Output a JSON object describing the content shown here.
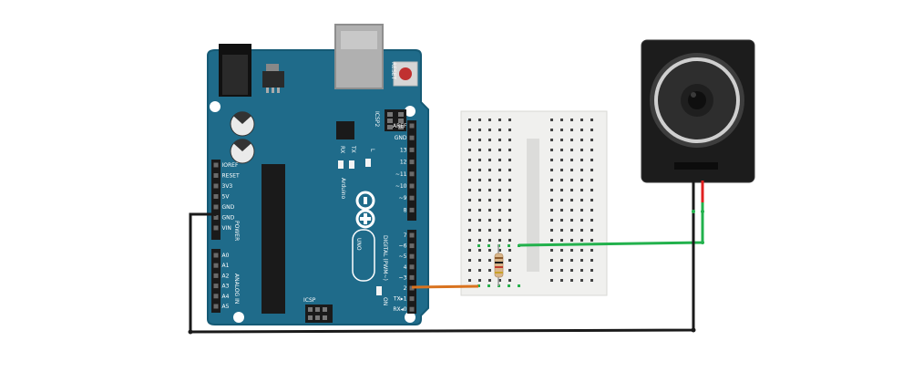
{
  "colors": {
    "board": "#1f6b8a",
    "board_edge": "#155a75",
    "header": "#1d1d1d",
    "wire_black": "#1a1a1a",
    "wire_green": "#22b14c",
    "wire_orange": "#d9731f",
    "wire_red": "#e02020",
    "breadboard": "#f0f0ee",
    "speaker_body": "#1c1c1c"
  },
  "arduino": {
    "reset_label": "RESET",
    "icsp2_label": "ICSP2",
    "icsp_label": "ICSP",
    "tx_label": "TX",
    "rx_label": "RX",
    "l_label": "L",
    "on_label": "ON",
    "brand_text": "Arduino",
    "model_text": "UNO",
    "digital_label": "DIGITAL (PWM~)",
    "power_label": "POWER",
    "analog_label": "ANALOG IN",
    "power_pins": [
      "IOREF",
      "RESET",
      "3V3",
      "5V",
      "GND",
      "GND",
      "VIN"
    ],
    "analog_pins": [
      "A0",
      "A1",
      "A2",
      "A3",
      "A4",
      "A5"
    ],
    "digital_upper_pins": [
      "AREF",
      "GND",
      "13",
      "12",
      "~11",
      "~10",
      "~9",
      "8"
    ],
    "digital_lower_pins": [
      "7",
      "~6",
      "~5",
      "4",
      "~3",
      "2",
      "TX▸1",
      "RX◂0"
    ]
  }
}
